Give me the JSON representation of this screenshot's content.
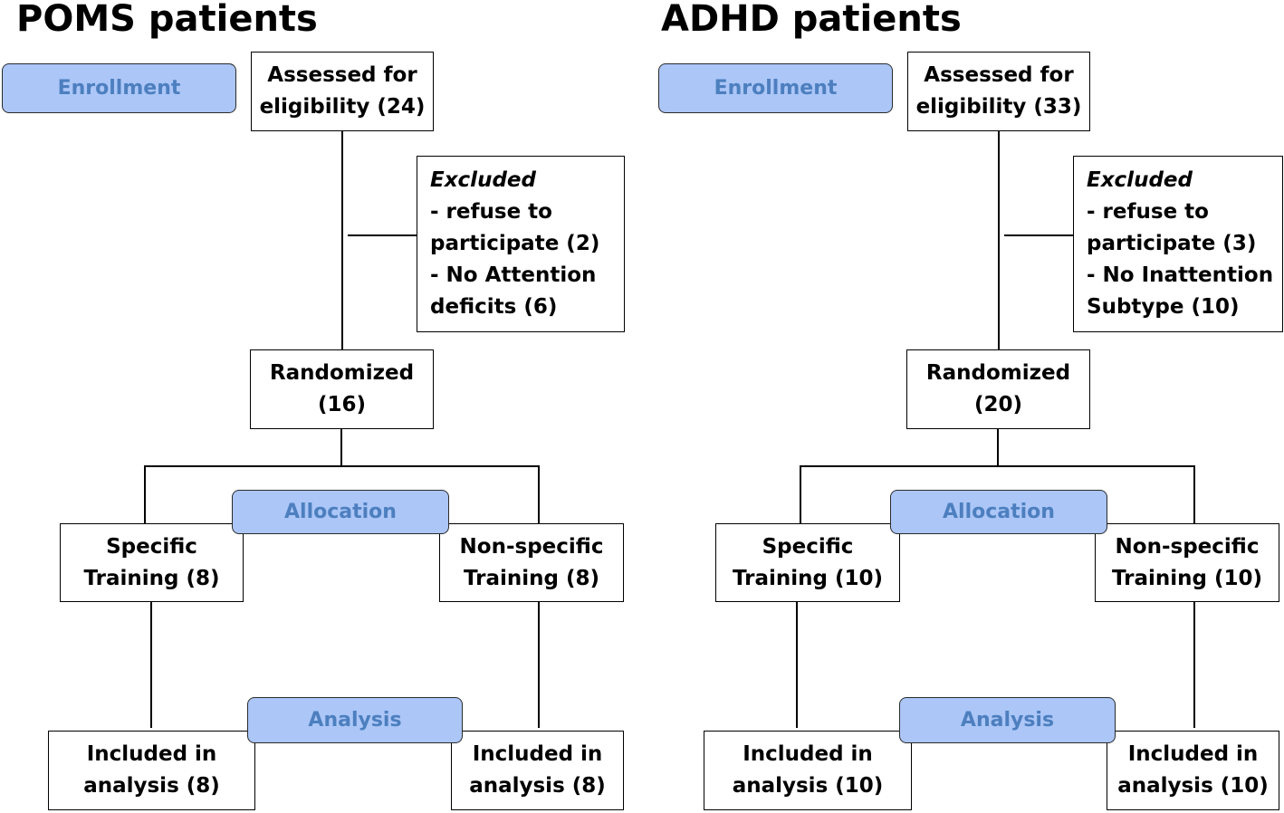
{
  "panels": [
    {
      "title": "POMS patients",
      "stages": {
        "enrollment": "Enrollment",
        "allocation": "Allocation",
        "analysis": "Analysis"
      },
      "assessed": [
        "Assessed for",
        "eligibility (24)"
      ],
      "excluded": [
        "Excluded",
        "- refuse to",
        "participate (2)",
        "- No Attention",
        "deficits (6)"
      ],
      "randomized": [
        "Randomized",
        "(16)"
      ],
      "specific": [
        "Specific",
        "Training (8)"
      ],
      "nonspecific": [
        "Non-specific",
        "Training (8)"
      ],
      "included_specific": [
        "Included in",
        "analysis (8)"
      ],
      "included_nonspecific": [
        "Included in",
        "analysis (8)"
      ]
    },
    {
      "title": "ADHD patients",
      "stages": {
        "enrollment": "Enrollment",
        "allocation": "Allocation",
        "analysis": "Analysis"
      },
      "assessed": [
        "Assessed for",
        "eligibility (33)"
      ],
      "excluded": [
        "Excluded",
        "- refuse to",
        "participate (3)",
        "- No Inattention",
        "Subtype (10)"
      ],
      "randomized": [
        "Randomized",
        "(20)"
      ],
      "specific": [
        "Specific",
        "Training (10)"
      ],
      "nonspecific": [
        "Non-specific",
        "Training (10)"
      ],
      "included_specific": [
        "Included in",
        "analysis (10)"
      ],
      "included_nonspecific": [
        "Included in",
        "analysis (10)"
      ]
    }
  ]
}
